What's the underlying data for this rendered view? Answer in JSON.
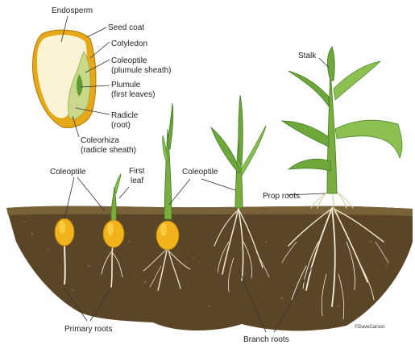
{
  "labels": {
    "endosperm": "Endosperm",
    "seed_coat": "Seed coat",
    "cotyledon": "Cotyledon",
    "coleoptile_line1": "Coleoptile",
    "coleoptile_line2": "(plumule sheath)",
    "plumule_line1": "Plumule",
    "plumule_line2": "(first leaves)",
    "radicle_line1": "Radicle",
    "radicle_line2": "(root)",
    "coleorhiza_line1": "Coleorhiza",
    "coleorhiza_line2": "(radicle sheath)",
    "coleoptile_left": "Coleoptile",
    "first_leaf_line1": "First",
    "first_leaf_line2": "leaf",
    "coleoptile_mid": "Coleoptile",
    "prop_roots": "Prop roots",
    "stalk": "Stalk",
    "primary_roots": "Primary roots",
    "branch_roots": "Branch roots",
    "credit": "©DaveCarson"
  },
  "colors": {
    "soil": "#5a4526",
    "soil_light": "#7a6238",
    "kernel": "#f2b21b",
    "kernel_light": "#ffd24a",
    "seed_coat": "#e6a817",
    "endosperm": "#fbf3d6",
    "embryo": "#c9d98a",
    "leaf": "#6fa83a",
    "root": "#f2ead4"
  }
}
